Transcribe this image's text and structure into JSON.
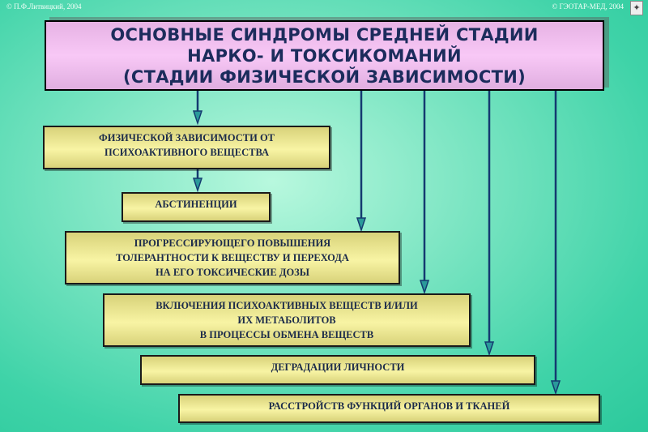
{
  "copyright_left": "© П.Ф.Литвицкий, 2004",
  "copyright_right": "© ГЭОТАР-МЕД, 2004",
  "title": [
    "ОСНОВНЫЕ  СИНДРОМЫ  СРЕДНЕЙ  СТАДИИ",
    "НАРКО- И  ТОКСИКОМАНИЙ",
    "(СТАДИИ  ФИЗИЧЕСКОЙ  ЗАВИСИМОСТИ)"
  ],
  "boxes": [
    {
      "lines": [
        "ФИЗИЧЕСКОЙ ЗАВИСИМОСТИ  ОТ",
        "ПСИХОАКТИВНОГО ВЕЩЕСТВА"
      ]
    },
    {
      "lines": [
        "АБСТИНЕНЦИИ"
      ]
    },
    {
      "lines": [
        "ПРОГРЕССИРУЮЩЕГО  ПОВЫШЕНИЯ",
        "ТОЛЕРАНТНОСТИ  К  ВЕЩЕСТВУ И  ПЕРЕХОДА",
        "НА ЕГО ТОКСИЧЕСКИЕ ДОЗЫ"
      ]
    },
    {
      "lines": [
        "ВКЛЮЧЕНИЯ   ПСИХОАКТИВНЫХ  ВЕЩЕСТВ И/ИЛИ",
        "ИХ  МЕТАБОЛИТОВ",
        "В  ПРОЦЕССЫ  ОБМЕНА  ВЕЩЕСТВ"
      ]
    },
    {
      "lines": [
        "ДЕГРАДАЦИИ   ЛИЧНОСТИ"
      ]
    },
    {
      "lines": [
        "РАССТРОЙСТВ  ФУНКЦИЙ  ОРГАНОВ  И  ТКАНЕЙ"
      ]
    }
  ]
}
